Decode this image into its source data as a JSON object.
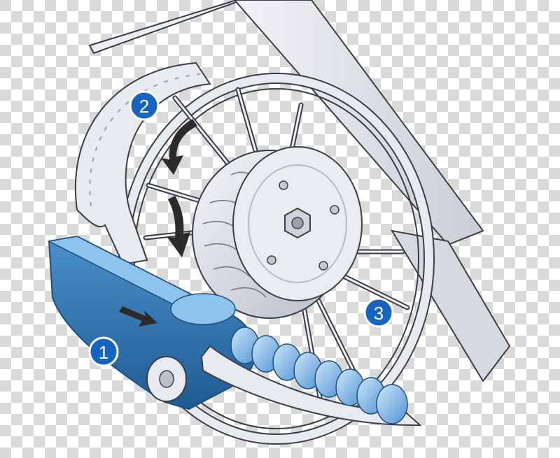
{
  "background": {
    "pattern": "checkerboard",
    "colors": [
      "#ffffff",
      "#d9d9d9"
    ]
  },
  "colors": {
    "badge": "#1565c0",
    "badge_text": "#ffffff",
    "metal": "#e7eaee",
    "metal_dark": "#a9b0ba",
    "outline": "#3a3f47",
    "belt_blue": "#2f78b5",
    "belt_blue_dark": "#1d4f7d",
    "belt_light": "#8ec3ee",
    "arrow": "#2b2b2b"
  },
  "icons": [
    "step-badge",
    "curved-arrow",
    "direction-arrow",
    "bolt-nut"
  ],
  "labels": [
    {
      "id": "1",
      "text": "1"
    },
    {
      "id": "2",
      "text": "2"
    },
    {
      "id": "3",
      "text": "3"
    }
  ]
}
